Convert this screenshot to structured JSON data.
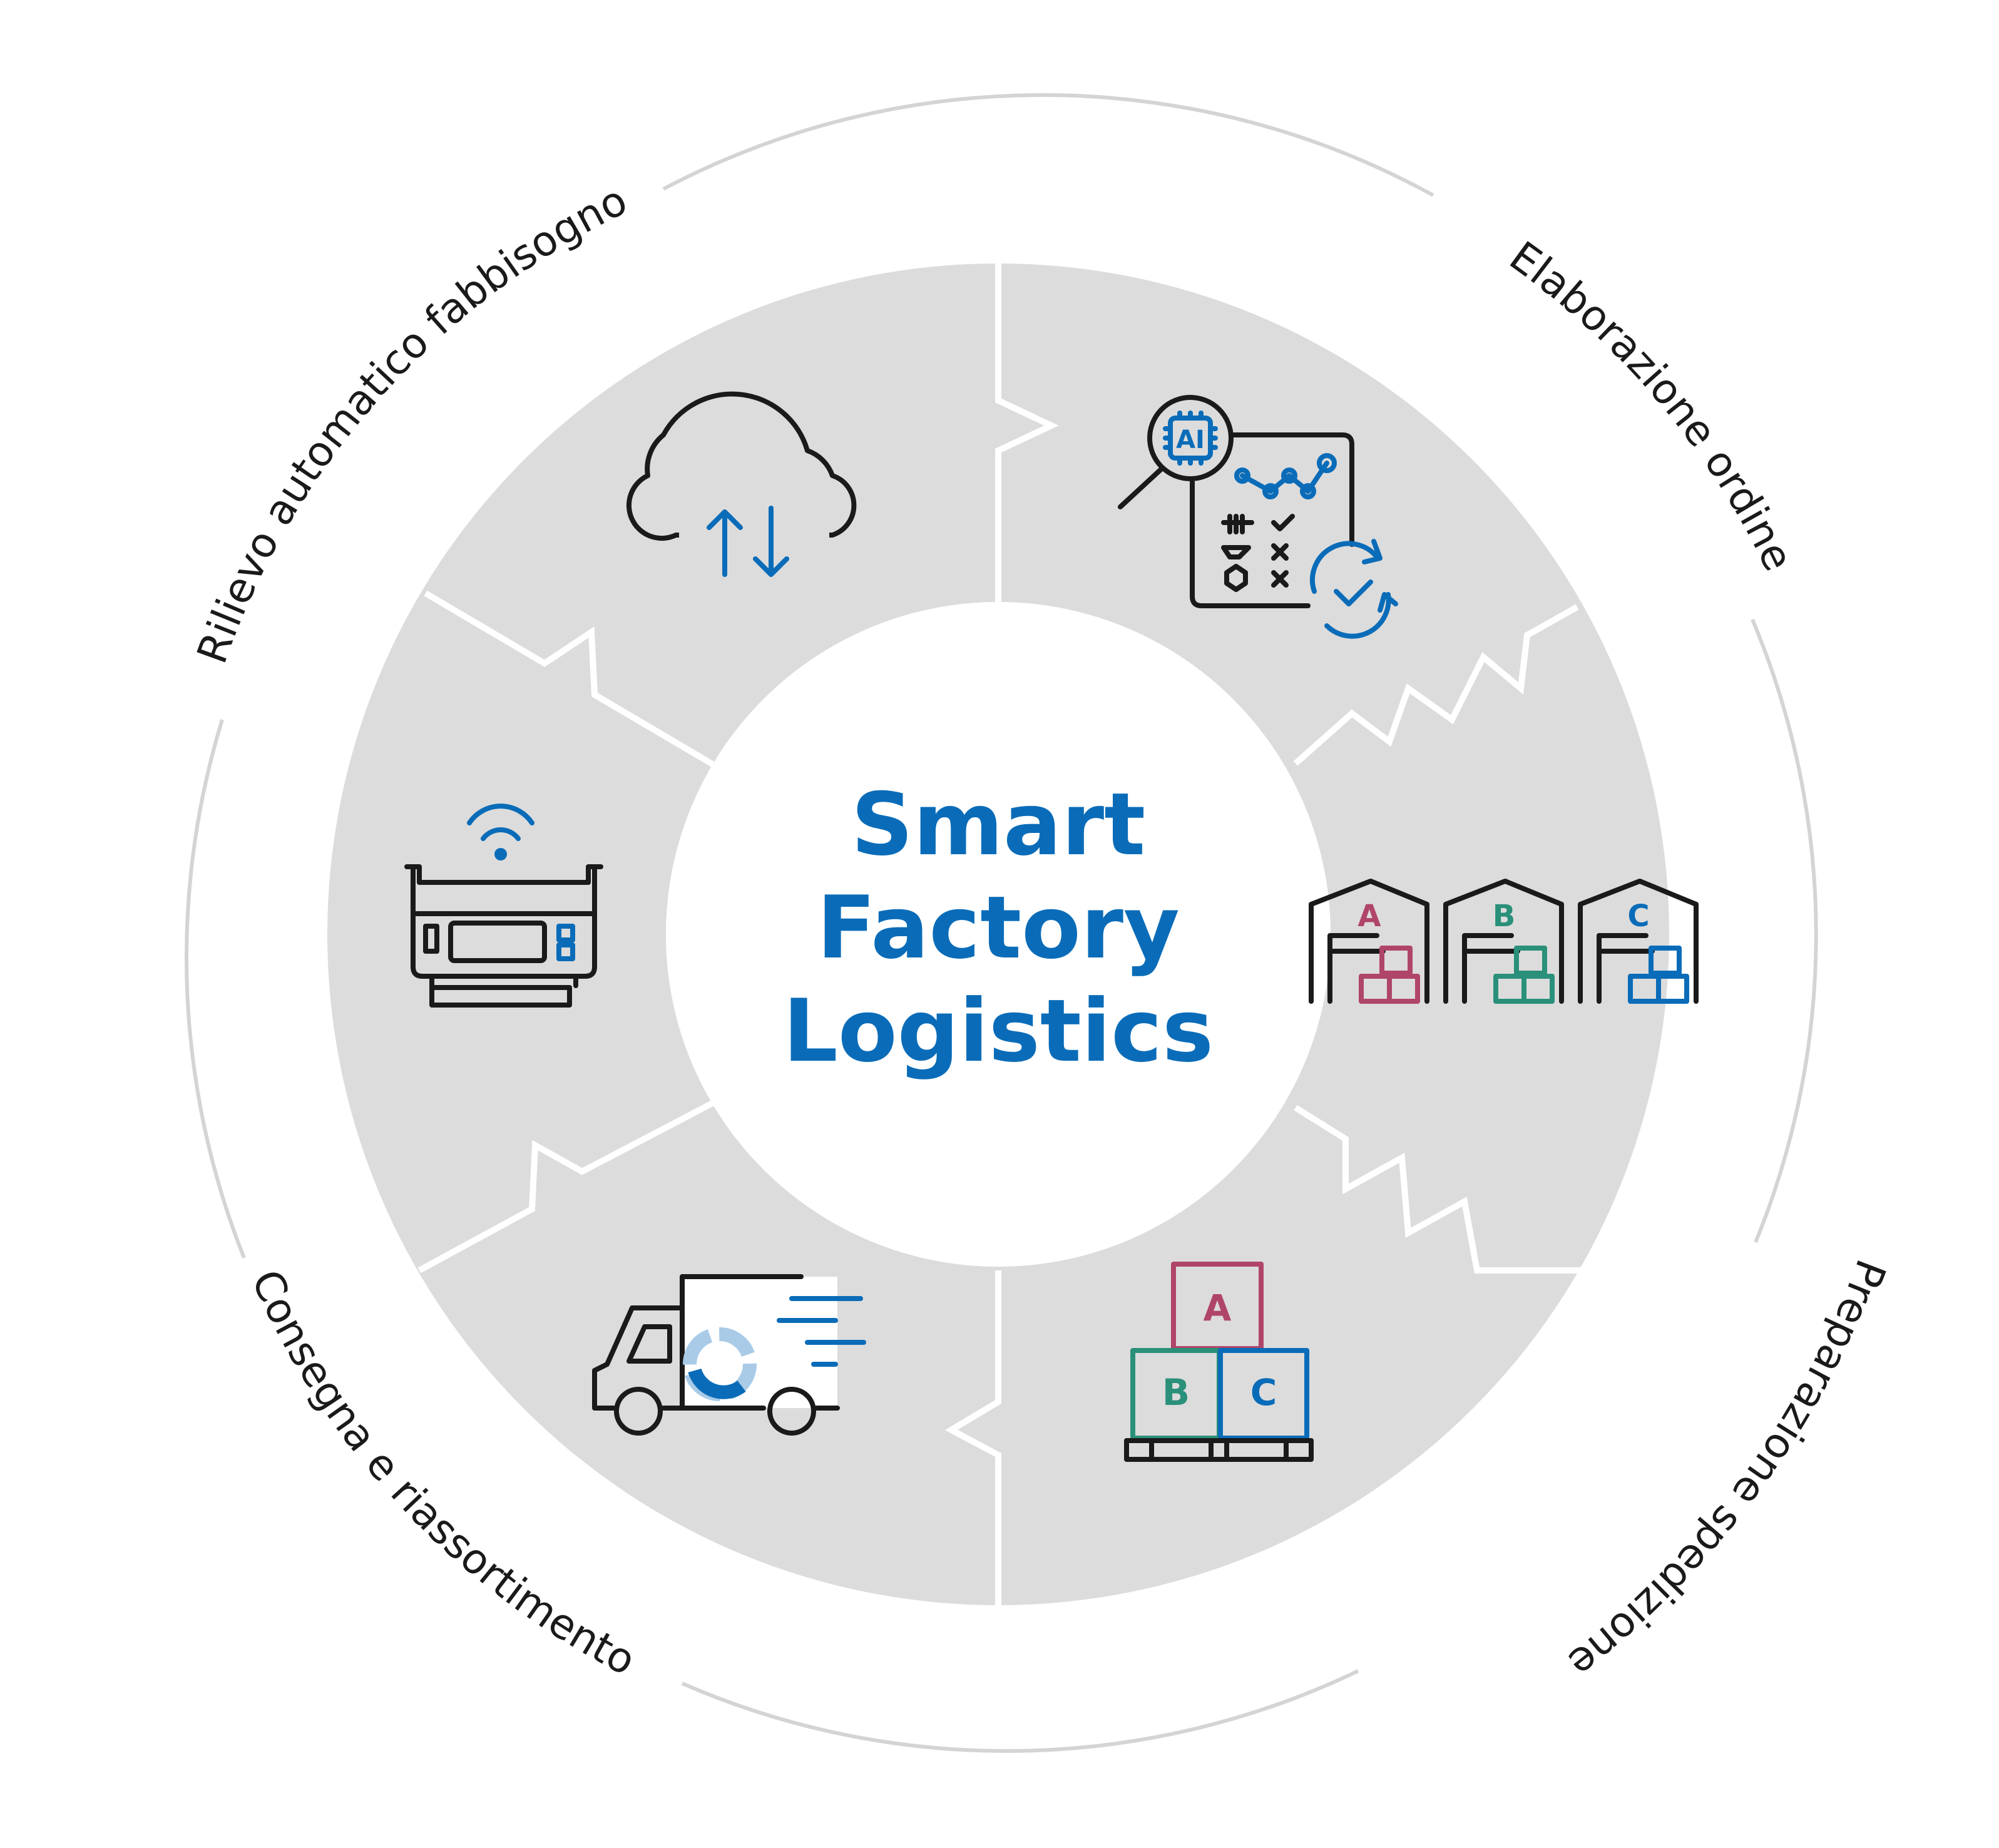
{
  "title_lines": [
    "Smart",
    "Factory",
    "Logistics"
  ],
  "stages": [
    {
      "label": "Rilievo automatico fabbisogno",
      "icon": "cloud-sync-icon"
    },
    {
      "label": "Elaborazione ordine",
      "icon": "ai-order-analysis-icon"
    },
    {
      "label": "Preparazione spedizione",
      "icon": "warehouse-abc-icon"
    },
    {
      "label": "Consegna e riassortimento",
      "icon": "delivery-truck-icon"
    }
  ],
  "icons": {
    "terminal": "wireless-terminal-icon",
    "pallet": "pallet-boxes-icon"
  },
  "icon_texts": {
    "ai_chip": "AI",
    "warehouse_letters": [
      "A",
      "B",
      "C"
    ],
    "pallet_letters": [
      "A",
      "B",
      "C"
    ]
  },
  "colors": {
    "accent_blue": "#0a6cb8",
    "light_blue": "#a9cbe8",
    "ring_gray": "#dcdcdc",
    "outline_gray": "#d4d4d4",
    "crimson": "#b0456a",
    "teal": "#2a9079",
    "ink": "#1a1a1a"
  }
}
